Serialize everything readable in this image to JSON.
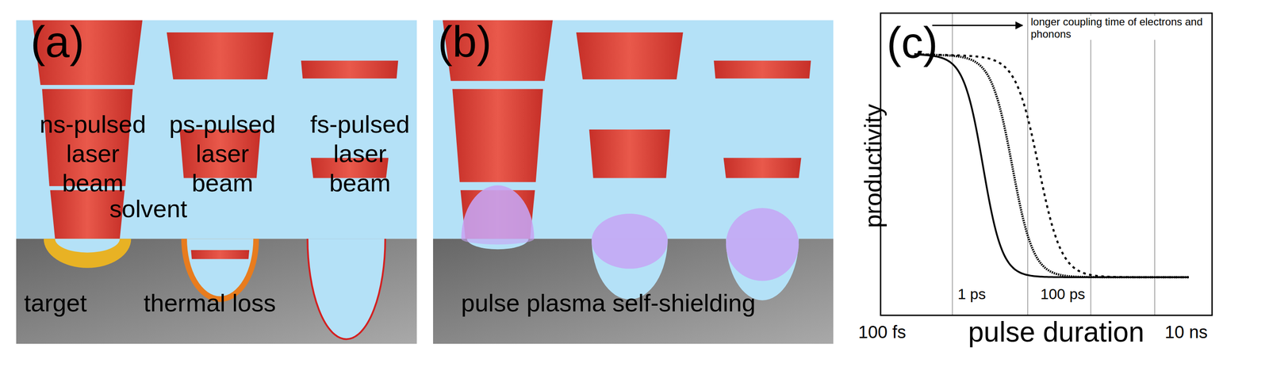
{
  "diagram": {
    "labels": [
      "(a)",
      "ns-pulsed laser beam",
      "ps-pulsed laser beam",
      "fs-pulsed laser beam",
      "solvent",
      "target",
      "thermal loss",
      "(b)",
      "pulse plasma self-shielding",
      "(c)",
      "longer coupling time of electrons and phonons",
      "productivity",
      "1 ps",
      "100 ps",
      "100 fs",
      "pulse duration",
      "10 ns"
    ]
  }
}
